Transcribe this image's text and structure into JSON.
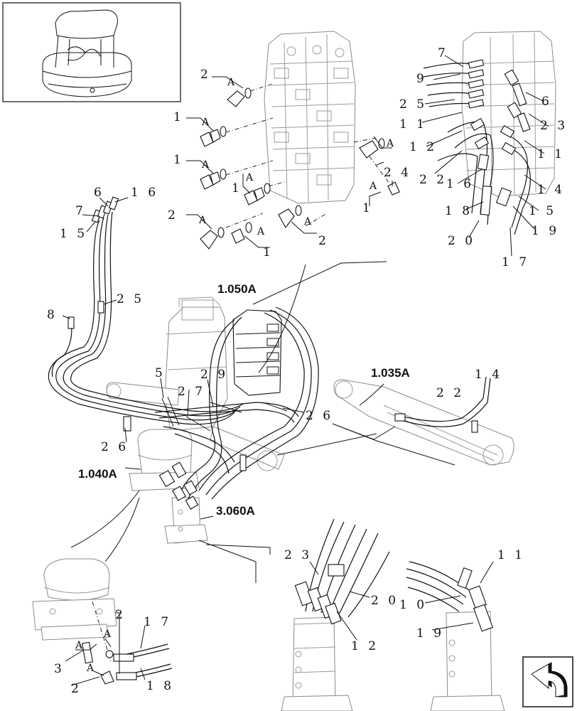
{
  "figure": {
    "labels": [
      {
        "id": "l-2a",
        "text": "2"
      },
      {
        "id": "l-1a",
        "text": "1"
      },
      {
        "id": "l-1b",
        "text": "1"
      },
      {
        "id": "l-1c",
        "text": "1"
      },
      {
        "id": "l-2b",
        "text": "2"
      },
      {
        "id": "l-1d",
        "text": "1"
      },
      {
        "id": "l-2c",
        "text": "2"
      },
      {
        "id": "l-24a",
        "text": "2 4"
      },
      {
        "id": "l-1e",
        "text": "1"
      },
      {
        "id": "l-7",
        "text": "7"
      },
      {
        "id": "l-9",
        "text": "9"
      },
      {
        "id": "l-25a",
        "text": "2 5"
      },
      {
        "id": "l-11a",
        "text": "1 1"
      },
      {
        "id": "l-12a",
        "text": "1 2"
      },
      {
        "id": "l-22a",
        "text": "2 2"
      },
      {
        "id": "l-16a",
        "text": "1 6"
      },
      {
        "id": "l-18a",
        "text": "1 8"
      },
      {
        "id": "l-20a",
        "text": "2 0"
      },
      {
        "id": "l-17a",
        "text": "1 7"
      },
      {
        "id": "l-19a",
        "text": "1 9"
      },
      {
        "id": "l-15a",
        "text": "1 5"
      },
      {
        "id": "l-14a",
        "text": "1 4"
      },
      {
        "id": "l-11b",
        "text": "1 1"
      },
      {
        "id": "l-23a",
        "text": "2 3"
      },
      {
        "id": "l-6a",
        "text": "6"
      },
      {
        "id": "l-6b",
        "text": "6"
      },
      {
        "id": "l-16b",
        "text": "1 6"
      },
      {
        "id": "l-7b",
        "text": "7"
      },
      {
        "id": "l-15b",
        "text": "1 5"
      },
      {
        "id": "l-25b",
        "text": "2 5"
      },
      {
        "id": "l-8",
        "text": "8"
      },
      {
        "id": "l-5",
        "text": "5"
      },
      {
        "id": "l-29",
        "text": "2 9"
      },
      {
        "id": "l-27",
        "text": "2 7"
      },
      {
        "id": "l-26a",
        "text": "2 6"
      },
      {
        "id": "l-26b",
        "text": "2 6"
      },
      {
        "id": "l-14b",
        "text": "1 4"
      },
      {
        "id": "l-22b",
        "text": "2 2"
      },
      {
        "id": "l-23b",
        "text": "2 3"
      },
      {
        "id": "l-20b",
        "text": "2 0"
      },
      {
        "id": "l-12b",
        "text": "1 2"
      },
      {
        "id": "l-11c",
        "text": "1 1"
      },
      {
        "id": "l-10",
        "text": "1 0"
      },
      {
        "id": "l-19b",
        "text": "1 9"
      },
      {
        "id": "l-2d",
        "text": "2"
      },
      {
        "id": "l-17b",
        "text": "1 7"
      },
      {
        "id": "l-3",
        "text": "3"
      },
      {
        "id": "l-2e",
        "text": "2"
      },
      {
        "id": "l-18b",
        "text": "1 8"
      }
    ],
    "a_marks": "A",
    "refs": {
      "r1050": "1.050A",
      "r1035": "1.035A",
      "r1040": "1.040A",
      "r3060": "3.060A"
    }
  }
}
